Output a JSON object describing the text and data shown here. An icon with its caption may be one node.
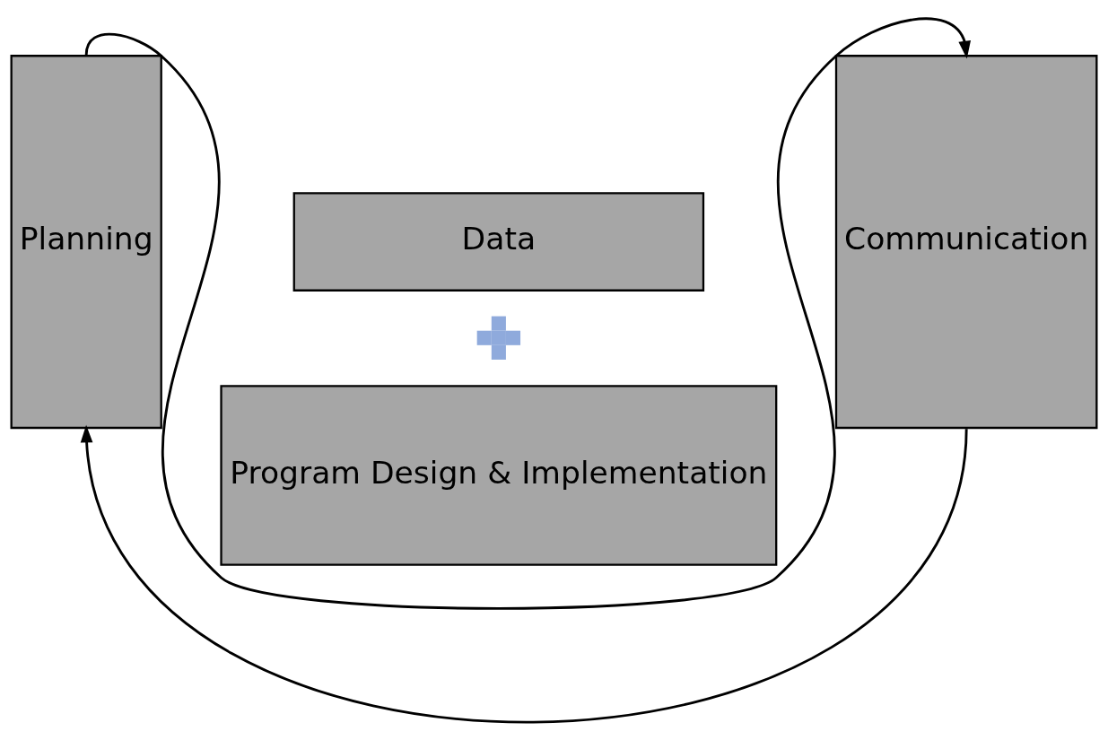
{
  "diagram": {
    "nodes": [
      {
        "text": [
          "Planning"
        ]
      },
      {
        "text": [
          "Data"
        ]
      },
      {
        "text": [],
        "shape": "plus"
      },
      {
        "text": [
          "Program Design & Implementation"
        ]
      },
      {
        "text": [
          "Communication"
        ]
      }
    ],
    "edges": [
      {
        "from": 0,
        "to": 4,
        "arrow": "to"
      },
      {
        "from": 4,
        "to": 0,
        "arrow": "to"
      }
    ]
  }
}
